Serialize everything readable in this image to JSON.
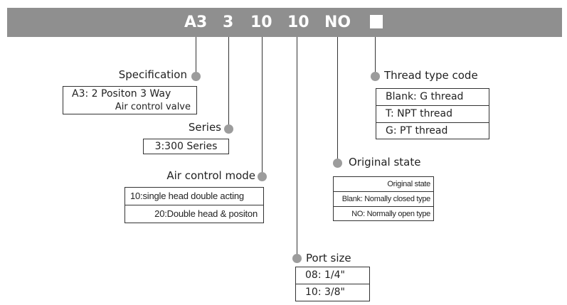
{
  "header": {
    "code_parts": [
      "A3",
      "3",
      "10",
      "10",
      "NO"
    ],
    "bar_color": "#8f8f8f",
    "placeholder_symbol": "square"
  },
  "specification": {
    "label": "Specification",
    "lines": [
      "A3: 2 Positon 3 Way",
      "Air control valve"
    ]
  },
  "series": {
    "label": "Series",
    "options": [
      "3:300 Series"
    ]
  },
  "air_control_mode": {
    "label": "Air control mode",
    "options": [
      "10:single head double acting",
      "20:Double  head & positon"
    ]
  },
  "port_size": {
    "label": "Port size",
    "options": [
      "08: 1/4\"",
      "10: 3/8\""
    ]
  },
  "original_state": {
    "label": "Original state",
    "options": [
      "Original state",
      "Blank: Nomally closed type",
      "NO: Normally open type"
    ]
  },
  "thread_type": {
    "label": "Thread type code",
    "options": [
      "Blank: G thread",
      "T: NPT thread",
      "G: PT thread"
    ]
  },
  "colors": {
    "dot": "#9c9c9c",
    "line": "#333333",
    "header_text": "#ffffff"
  }
}
